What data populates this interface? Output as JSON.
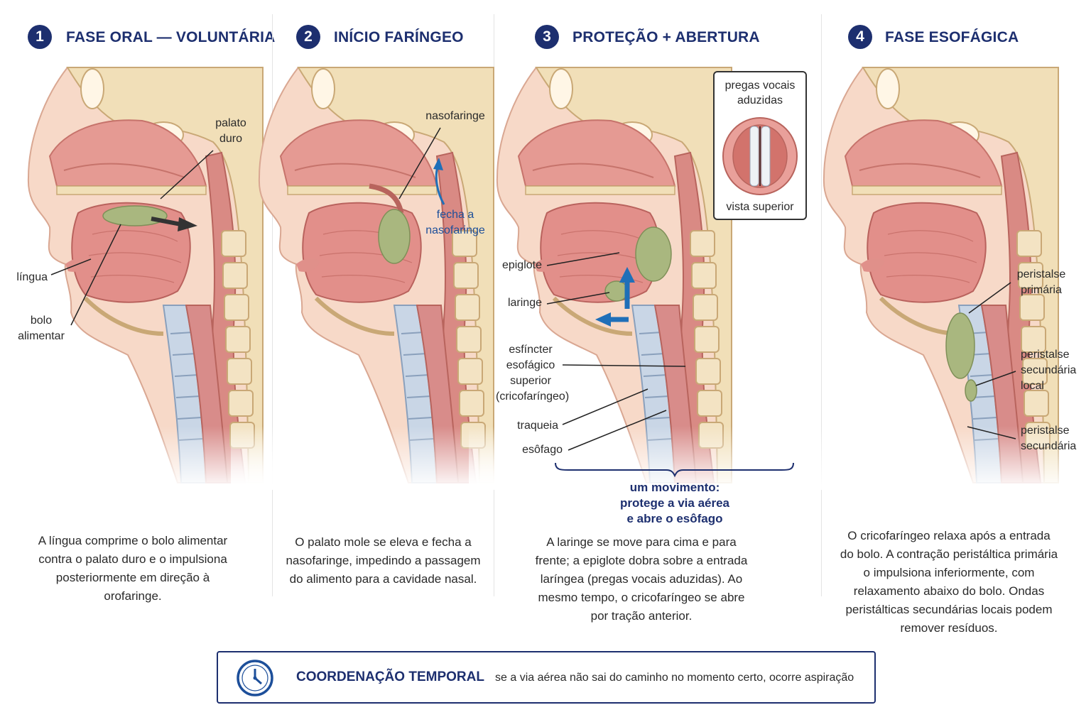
{
  "steps": [
    {
      "number": "1",
      "title": "FASE ORAL — VOLUNTÁRIA",
      "caption": "A língua comprime o bolo alimentar contra o palato duro e o impulsiona posteriormente em direção à orofaringe."
    },
    {
      "number": "2",
      "title": "INÍCIO FARÍNGEO",
      "caption": "O palato mole se eleva e fecha a nasofaringe, impedindo a passagem do alimento para a cavidade nasal."
    },
    {
      "number": "3",
      "title": "PROTEÇÃO + ABERTURA",
      "caption": "A laringe se move para cima e para frente; a epiglote dobra sobre a entrada laríngea (pregas vocais aduzidas). Ao mesmo tempo, o cricofaríngeo se abre por tração anterior."
    },
    {
      "number": "4",
      "title": "FASE ESOFÁGICA",
      "caption": "O cricofaríngeo relaxa após a entrada do bolo. A contração peristáltica primária o impulsiona inferiormente, com relaxamento abaixo do bolo. Ondas peristálticas secundárias locais podem remover resíduos."
    }
  ],
  "labels": {
    "p1_palato": "palato\nduro",
    "p1_lingua": "língua",
    "p1_bolo": "bolo\nalimentar",
    "p2_nasofaringe": "nasofaringe",
    "p2_fecha": "fecha a\nnasofaringe",
    "p3_epiglote": "epiglote",
    "p3_laringe": "laringe",
    "p3_esfincter": "esfíncter\nesofágico\nsuperior\n(cricofaríngeo)",
    "p3_traqueia": "traqueia",
    "p3_esofago": "esôfago",
    "p4_primaria": "peristalse\nprimária",
    "p4_secundaria_local": "peristalse\nsecundária\nlocal",
    "p4_secundaria": "peristalse\nsecundária"
  },
  "inset": {
    "top": "pregas vocais\naduzidas",
    "bottom": "vista superior"
  },
  "callout": "um movimento:\nprotege a via aérea\ne abre o esôfago",
  "timing": {
    "title": "COORDENAÇÃO TEMPORAL",
    "text": "se a via aérea não sai do caminho no momento certo, ocorre aspiração",
    "icon": "clock-icon"
  },
  "colors": {
    "navy": "#1d2f6f",
    "blue_arrow": "#1f6fb8",
    "bolus": "#a9b77f",
    "tissue": "#e9a09a",
    "bone": "#f1dfb8"
  }
}
